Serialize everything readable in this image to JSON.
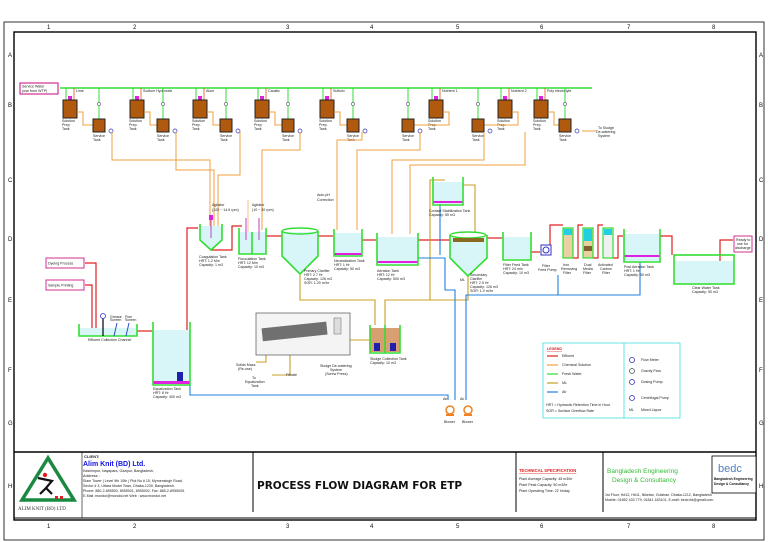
{
  "grid": {
    "columns": [
      "1",
      "2",
      "3",
      "4",
      "5",
      "6",
      "7",
      "8"
    ],
    "rows": [
      "A",
      "B",
      "C",
      "D",
      "E",
      "F",
      "G",
      "H"
    ]
  },
  "header": {
    "service_water": [
      "Service Water",
      "(use from WTP)"
    ],
    "to_sludge": [
      "To Sludge",
      "De-watering",
      "System"
    ]
  },
  "chemicals": [
    {
      "name": "Lime"
    },
    {
      "name": "Sodium Hydroxide"
    },
    {
      "name": "Alum"
    },
    {
      "name": "Caustic"
    },
    {
      "name": "Sulfuric"
    },
    {
      "name": "Nutrient 1"
    },
    {
      "name": "Nutrient 2"
    },
    {
      "name": "Poly electrolyte"
    }
  ],
  "prep_tank_label": [
    "Solution",
    "Prep.",
    "Tank"
  ],
  "service_tank_label": [
    "Service",
    "Tank"
  ],
  "process": {
    "dyeing": "Dyeing Process",
    "printing": "Sample Printing",
    "grease_screen": [
      "Grease",
      "Screen"
    ],
    "fine_screen": [
      "Fine",
      "Screen"
    ],
    "effluent_channel": "Effluent Collection Channel",
    "equalization": [
      "Equalization Tank",
      "HRT: 8 Hr",
      "Capacity: 400 m3"
    ],
    "agitator1": [
      "Agitator",
      "(100 ~ 14.6 rpm)"
    ],
    "agitator2": [
      "Agitator",
      "(10 ~ 30 rpm)"
    ],
    "coagulation": [
      "Coagulation Tank",
      "HRT: 1.2 Min",
      "Capacity: 1 m3"
    ],
    "flocculation": [
      "Flocculation Tank",
      "HRT: 12 Min",
      "Capacity: 10 m3"
    ],
    "primary_clarifier": [
      "Primary Clarifier",
      "HRT: 2.7 Hr",
      "Capacity: 126 m3",
      "SOR: 1.20 m/hr"
    ],
    "auto_ph": [
      "Auto pH",
      "Correction"
    ],
    "neutralization": [
      "Neutralization Tank",
      "HRT: 1 Hr",
      "Capacity: 50 m3"
    ],
    "aeration": [
      "Aeration Tank",
      "HRT: 12 Hr",
      "Capacity: 500 m3"
    ],
    "contact_stabilization": [
      "Contact Stabilization Tank",
      "Capacity: 50 m3"
    ],
    "secondary_clarifier": [
      "Secondary",
      "Clarifier",
      "HRT: 2.5 Hr",
      "Capacity: 126 m3",
      "SOR: 1.0 m/hr"
    ],
    "filter_feed_tank": [
      "Filter Feed Tank",
      "HRT: 24 min",
      "Capacity: 10 m3"
    ],
    "filter_feed_pump": [
      "Filter",
      "Feed Pump"
    ],
    "iron_filter": [
      "Iron",
      "Removing",
      "Filter"
    ],
    "dual_filter": [
      "Dual",
      "Media",
      "Filter"
    ],
    "carbon_filter": [
      "Activated",
      "Carbon",
      "Filter"
    ],
    "post_aeration": [
      "Post Aeration Tank",
      "HRT: 1 Hr",
      "Capacity: 50 m3"
    ],
    "clear_water": [
      "Clear Water Tank",
      "Capacity: 50 m3"
    ],
    "ready_to_use": [
      "Ready to",
      "use for",
      "discharge"
    ],
    "sludge_collection": [
      "Sludge Collection Tank",
      "Capacity: 10 m3"
    ],
    "screw_press": [
      "Sludge De-watering",
      "System",
      "(Screw Press)"
    ],
    "solids_mass": [
      "Solids Mass",
      "(Re-use)"
    ],
    "filtrate": "Filtrate",
    "to_equalization": [
      "To",
      "Equalization",
      "Tank"
    ],
    "ml": "ML",
    "air": "Air",
    "blower": "Blower"
  },
  "legend": {
    "title": "LEGEND",
    "lines": [
      {
        "label": "Effluent",
        "color": "#e02020"
      },
      {
        "label": "Chemical Solution",
        "color": "#f0a040"
      },
      {
        "label": "Fresh Water",
        "color": "#33dd33"
      },
      {
        "label": "ML",
        "color": "#c8a020"
      },
      {
        "label": "Air",
        "color": "#2080e0"
      }
    ],
    "notes": [
      "HRT = Hydraulic Retention Time in Hour",
      "SOR = Surface Overflow Rate"
    ],
    "symbols": [
      {
        "label": "Flow Meter",
        "icon": "flow-meter-icon"
      },
      {
        "label": "Gravity Flow",
        "icon": "gravity-flow-icon"
      },
      {
        "label": "Dosing Pump",
        "icon": "dosing-pump-icon"
      },
      {
        "label": "Centrifugal Pump",
        "icon": "centrifugal-pump-icon"
      },
      {
        "label": "Mixed Liquor",
        "icon": "ML"
      }
    ]
  },
  "title_block": {
    "logo_text": "ALIM KNIT (BD) LTD",
    "client_label": "CLIENT:",
    "client_name": "Alim Knit (BD) Ltd.",
    "client_location": "Kashimpur, Nayapara, Gazipur, Bangladesh.",
    "address_label": "Address :",
    "address_lines": [
      "Siam Tower | Level 9th 10th | Plot No # 15, Mymensingh Road,",
      "Sector # 3, Uttara Model Town, Dhaka-1230, Bangladesh.",
      "Phone: 880-2-895500, 8955001, 8955002, Fax: 880-2-8955005.",
      "E-Mail :mondol@mondol.net Web : www.mondol.net"
    ],
    "title": "PROCESS FLOW DIAGRAM FOR ETP",
    "tech_spec_title": "TECHNICAL SPECIFICATION",
    "tech_spec": [
      "Plant Average Capacity: 45 m3/hr",
      "Plant Peak Capacity: 50 m3/hr",
      "Plant Operating Time: 22 hr/day"
    ],
    "consultant": [
      "Bangladesh Engineering",
      "Design & Consultancy"
    ],
    "consultant_address": [
      "1st Floor, H#12, H#11, Niketan, Gulshan, Dhaka-1212, Bangladesh",
      "Mobile: 01852 433 779, 01841 183101, E-mail: bedc.ltd@gmail.com"
    ],
    "consultant_logo": "bedc",
    "consultant_logo_sub": [
      "Bangladesh Engineering",
      "Design & Consultancy"
    ]
  },
  "colors": {
    "effluent": "#e02020",
    "chemical": "#f0a040",
    "fresh_water": "#33dd33",
    "ml": "#c8a020",
    "air": "#2080e0",
    "tank_fill": "#b05a10",
    "legend_border": "#40e0e0"
  }
}
